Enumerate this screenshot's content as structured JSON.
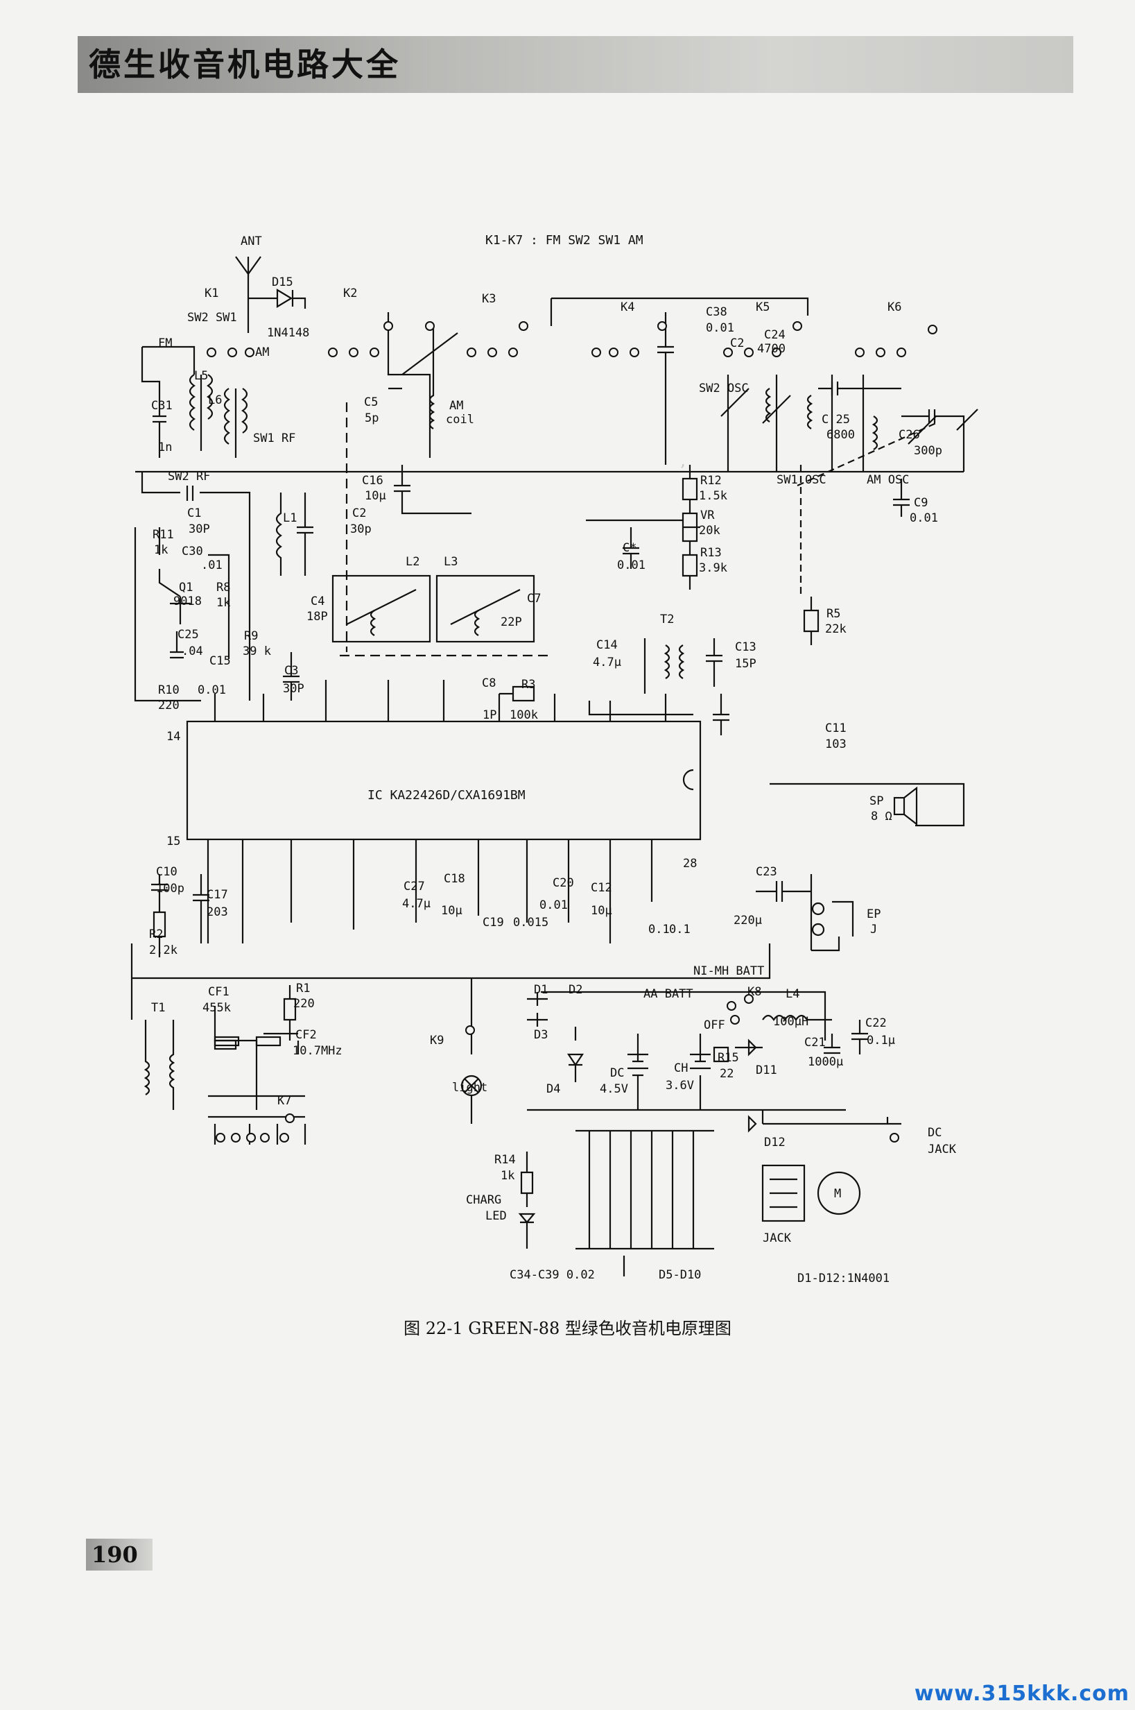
{
  "header": {
    "book_title": "德生收音机电路大全"
  },
  "schematic": {
    "top_note": "K1-K7 : FM SW2 SW1 AM",
    "ic_label": "IC  KA22426D/CXA1691BM",
    "ic_pins": [
      "14",
      "15",
      "28"
    ],
    "antenna": "ANT",
    "switch_labels": [
      "K1",
      "K2",
      "K3",
      "K4",
      "K5",
      "K6",
      "K7",
      "K8",
      "K9"
    ],
    "k1_modes": "SW2 SW1",
    "band_labels": [
      "FM",
      "AM",
      "SW2 RF",
      "SW1 RF",
      "SW2 OSC",
      "SW1 OSC",
      "AM OSC"
    ],
    "components": {
      "D15": "D15",
      "D15_part": "1N4148",
      "L5": "L5",
      "L6": "L6",
      "C31": "C31",
      "C31_val": "1n",
      "C1": "C1",
      "C1_val": "30P",
      "R11": "R11",
      "R11_val": "1k",
      "C30": "C30",
      "C30_val": ".01",
      "Q1": "Q1",
      "Q1_part": "9018",
      "R8": "R8",
      "R8_val": "1k",
      "C25": "C25",
      "C25_val": ".04",
      "C15": "C15",
      "R9": "R9",
      "R9_val": "39 k",
      "R10": "R10",
      "R10_val": "220",
      "R10_cap": "0.01",
      "L1": "L1",
      "C2": "C2",
      "C2_val": "30p",
      "C3": "C3",
      "C3_val": "30P",
      "C5": "C5",
      "C5_val": "5p",
      "AM_coil": "AM",
      "AM_coil2": "coil",
      "C16": "C16",
      "C16_val": "10μ",
      "L2": "L2",
      "L3": "L3",
      "C4": "C4",
      "C4_val": "18P",
      "C7": "C7",
      "C7_val": "22P",
      "C8": "C8",
      "C8_val": "1P",
      "R3": "R3",
      "R3_val": "100k",
      "C38": "C38",
      "C38_val": "0.01",
      "C2b": "C2",
      "C24": "C24",
      "C24_val": "4700",
      "R12": "R12",
      "R12_val": "1.5k",
      "VR": "VR",
      "VR_val": "20k",
      "R13": "R13",
      "R13_val": "3.9k",
      "Cstar": "C*",
      "Cstar_val": "0.01",
      "R5": "R5",
      "R5_val": "22k",
      "C14": "C14",
      "C14_val": "4.7μ",
      "T2": "T2",
      "C13": "C13",
      "C13_val": "15P",
      "C11": "C11",
      "C11_val": "103",
      "C25b": "C 25",
      "C25b_val": "6800",
      "C26": "C26",
      "C26_val": "300p",
      "C9": "C9",
      "C9_val": "0.01",
      "SP": "SP",
      "SP_val": "8 Ω",
      "C10": "C10",
      "C10_val": "100p",
      "C17": "C17",
      "C17_val": "203",
      "R2": "R2",
      "R2_val": "2.2k",
      "C27": "C27",
      "C27_val": "4.7μ",
      "C18": "C18",
      "C18_val": "10μ",
      "C19": "C19",
      "C19_val": "0.015",
      "C20": "C20",
      "C20_val": "0.01",
      "C12": "C12",
      "C12_val": "10μ",
      "C01a": "0.1",
      "C01b": "0.1",
      "C23": "C23",
      "C23_val": "220μ",
      "EP": "EP",
      "EP_j": "J",
      "T1": "T1",
      "CF1": "CF1",
      "CF1_val": "455k",
      "R1": "R1",
      "R1_val": "220",
      "CF2": "CF2",
      "CF2_val": "10.7MHz",
      "NIMH": "NI-MH  BATT",
      "AA": "AA  BATT",
      "D1": "D1",
      "D2": "D2",
      "D3": "D3",
      "D4": "D4",
      "L4": "L4",
      "L4_val": "100μH",
      "C22": "C22",
      "C22_val": "0.1μ",
      "C21": "C21",
      "C21_val": "1000μ",
      "OFF": "OFF",
      "DC": "DC",
      "DC_val": "4.5V",
      "CH": "CH",
      "CH_val": "3.6V",
      "R15": "R15",
      "R15_val": "22",
      "D11": "D11",
      "D12": "D12",
      "light": "light",
      "R14": "R14",
      "R14_val": "1k",
      "CHARG": "CHARG",
      "LED": "LED",
      "DCJACK1": "DC",
      "DCJACK2": "JACK",
      "JACK": "JACK",
      "M": "M",
      "C34": "C34-C39  0.02",
      "D5": "D5-D10",
      "D1D12": "D1-D12:1N4001"
    }
  },
  "figure_caption": "图 22-1   GREEN-88 型绿色收音机电原理图",
  "page_number": "190",
  "watermark": "www.315kkk.com"
}
